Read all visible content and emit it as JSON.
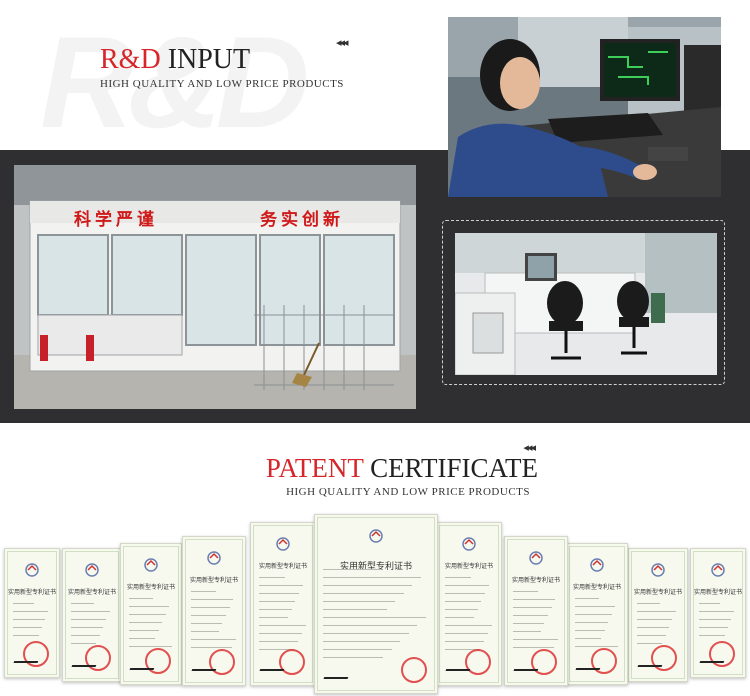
{
  "section_rd": {
    "title_red": "R&D",
    "title_dark": " INPUT",
    "subtitle": "HIGH QUALITY AND LOW PRICE PRODUCTS",
    "watermark": "R&D"
  },
  "lab_photo": {
    "sign_left": "科学严谨",
    "sign_right": "务实创新"
  },
  "section_patent": {
    "title_red": "PATENT",
    "title_dark": " CERTIFICATE",
    "subtitle": "HIGH QUALITY AND LOW PRICE PRODUCTS"
  },
  "certificates": [
    {
      "title": "实用新型专利证书"
    },
    {
      "title": "实用新型专利证书"
    },
    {
      "title": "实用新型专利证书"
    },
    {
      "title": "实用新型专利证书"
    },
    {
      "title": "实用新型专利证书"
    },
    {
      "title": "实用新型专利证书"
    },
    {
      "title": "实用新型专利证书"
    },
    {
      "title": "实用新型专利证书"
    },
    {
      "title": "实用新型专利证书"
    },
    {
      "title": "实用新型专利证书"
    },
    {
      "title": "实用新型专利证书"
    }
  ],
  "colors": {
    "accent_red": "#d6262a",
    "band_dark": "#2f2f31"
  }
}
